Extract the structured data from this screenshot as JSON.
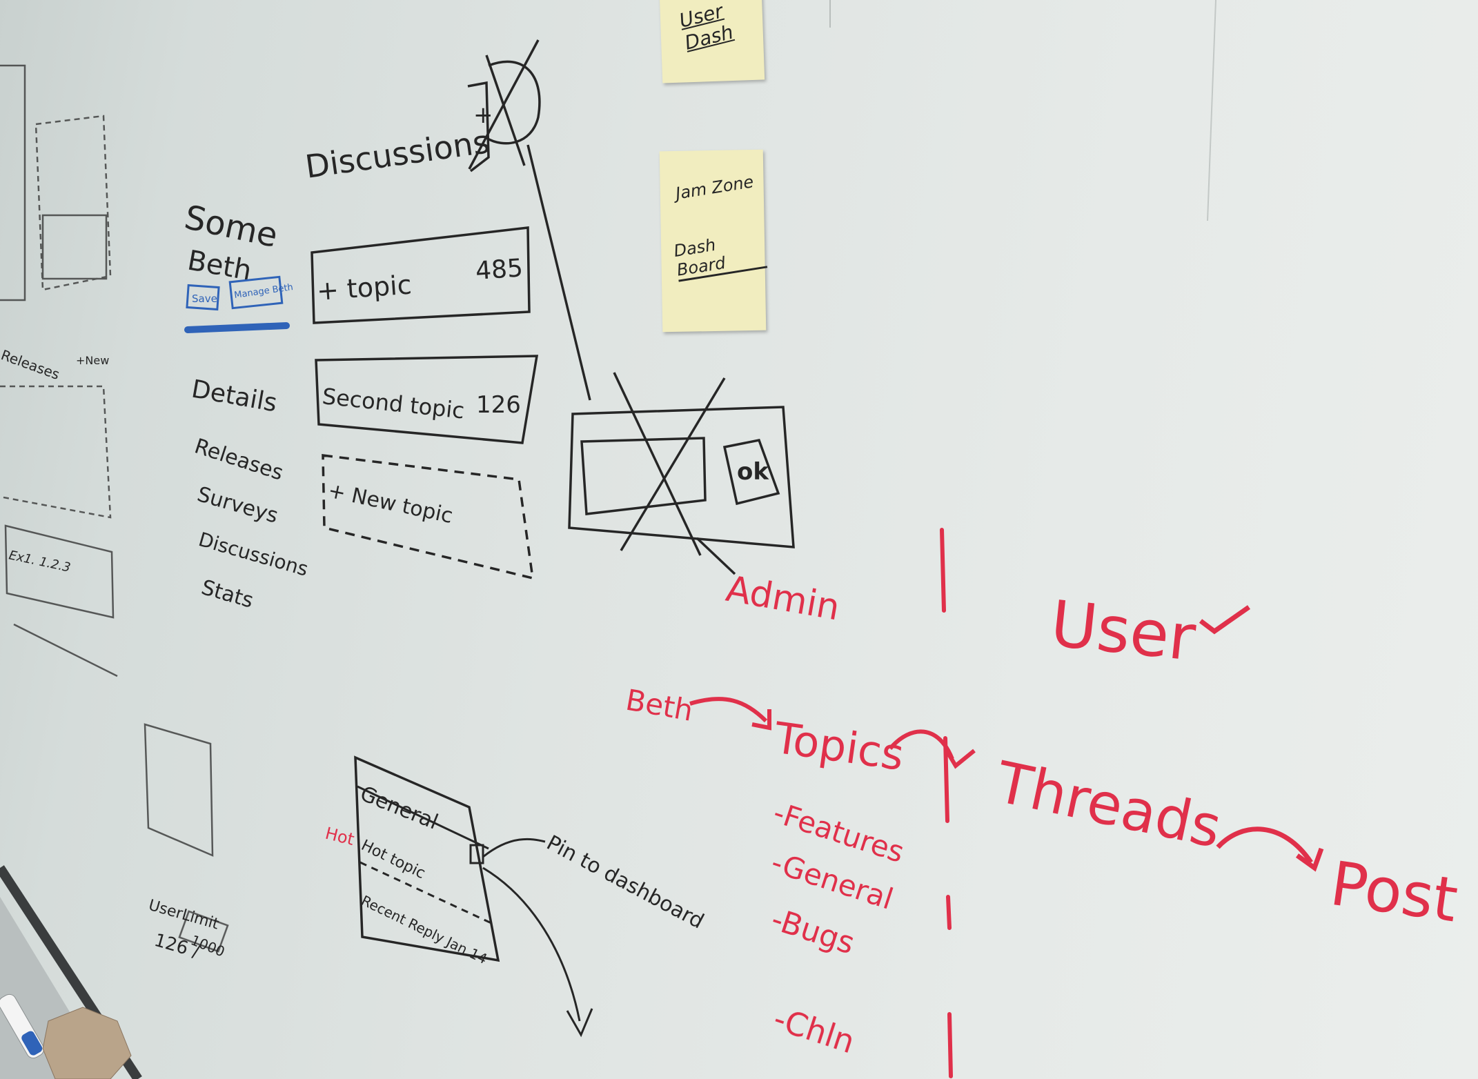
{
  "colors": {
    "board": "#e4e8e6",
    "black_marker": "#262626",
    "red_marker": "#e0304a",
    "blue_marker": "#2f63b8",
    "sticky_note": "#f1edbf"
  },
  "wireframe": {
    "title_left": "Some",
    "subtitle_left": "Beth",
    "save_button": "Save",
    "manage_button": "Manage Beth",
    "nav_items": [
      "Details",
      "Releases",
      "Surveys",
      "Discussions",
      "Stats"
    ],
    "discussions_heading": "Discussions",
    "topics": [
      {
        "label": "+ topic",
        "count": "485"
      },
      {
        "label": "Second topic",
        "count": "126"
      }
    ],
    "new_topic": "+ New topic",
    "ok_button": "ok",
    "left_releases": "Releases",
    "left_new": "+New",
    "left_version": "Ex1. 1.2.3",
    "user_limit_label": "UserLimit",
    "user_limit_value": "126 /",
    "user_limit_box": "1000"
  },
  "general_card": {
    "title": "General",
    "hot_label": "Hot",
    "rows": [
      "Hot topic",
      "Recent Reply  Jan 14"
    ],
    "pin_annotation": "Pin to dashboard"
  },
  "sticky_notes": [
    {
      "lines": [
        "User Dash"
      ]
    },
    {
      "lines": [
        "Jam Zone",
        "Dash Board"
      ]
    }
  ],
  "red_diagram": {
    "admin": "Admin",
    "user": "User",
    "beth": "Beth",
    "topics": "Topics",
    "threads": "Threads",
    "posts": "Post",
    "topic_children": [
      "-Features",
      "-General",
      "-Bugs",
      "-Chln"
    ]
  }
}
